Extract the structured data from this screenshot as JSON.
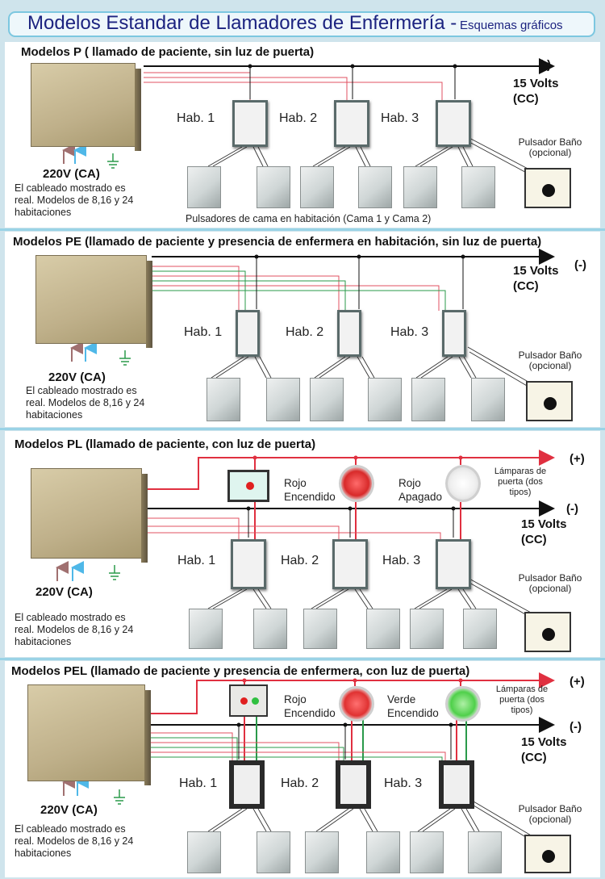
{
  "header": {
    "title": "Modelos Estandar de Llamadores de Enfermería -",
    "subtitle": "Esquemas gráficos"
  },
  "common": {
    "volts": "15 Volts",
    "cc": "(CC)",
    "neg": "(-)",
    "pos": "(+)",
    "ca": "220V (CA)",
    "hab1": "Hab. 1",
    "hab2": "Hab. 2",
    "hab3": "Hab. 3",
    "pulsador": "Pulsador Baño",
    "opcional": "(opcional)",
    "cableado": "El cableado mostrado es real. Modelos de 8,16 y 24 habitaciones",
    "lamparas": "Lámparas de puerta (dos tipos)"
  },
  "sections": [
    {
      "heading": "Modelos P ( llamado de paciente, sin luz de puerta)",
      "bed_caption": "Pulsadores de cama en habitación  (Cama 1 y Cama 2)"
    },
    {
      "heading": "Modelos PE (llamado de  paciente y presencia de enfermera en habitación, sin luz de puerta)"
    },
    {
      "heading": "Modelos PL (llamado de paciente, con  luz de puerta)",
      "lamp1": "Rojo Encendido",
      "lamp2": "Rojo Apagado"
    },
    {
      "heading": "Modelos PEL (llamado de  paciente y presencia de enfermera, con  luz de puerta)",
      "lamp1": "Rojo Encendido",
      "lamp2": "Verde Encendido"
    }
  ],
  "colors": {
    "red_wire": "#e03040",
    "green_wire": "#2a9a4a",
    "blue_arrow": "#4fb8e8",
    "brown_arrow": "#a07070",
    "title_text": "#1c2380"
  }
}
